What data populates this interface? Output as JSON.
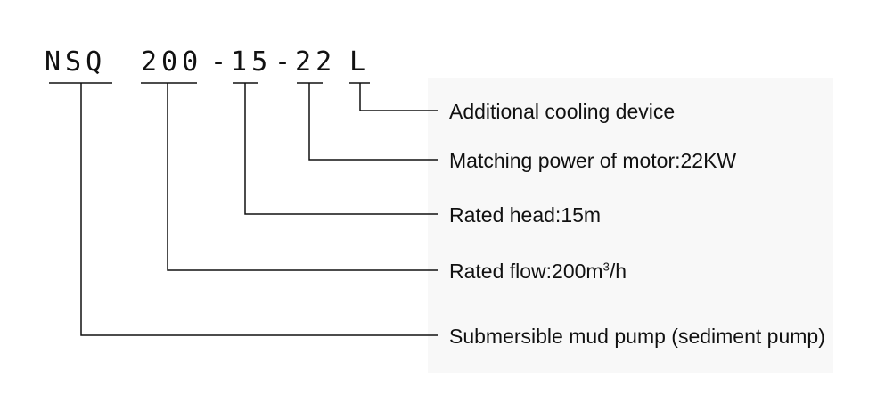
{
  "model_code": {
    "series": "NSQ",
    "flow": "200",
    "head": "-15",
    "power": "-22",
    "suffix": "L"
  },
  "labels": {
    "cooling": "Additional cooling device",
    "power": "Matching power of motor:22KW",
    "head": "Rated head:15m",
    "flow_prefix": "Rated flow:200m",
    "flow_sup": "3",
    "flow_suffix": "/h",
    "type": "Submersible mud pump (sediment pump)"
  },
  "colors": {
    "line": "#111111",
    "text": "#111111"
  }
}
